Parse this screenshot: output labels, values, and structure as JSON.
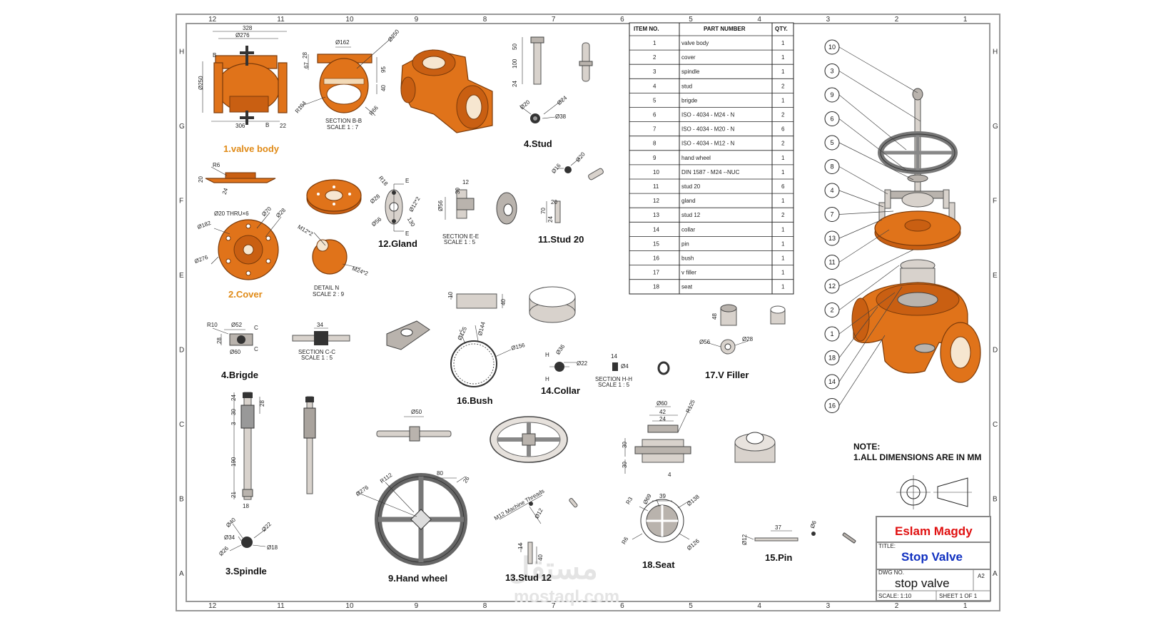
{
  "sheet": {
    "zones_top": [
      "12",
      "11",
      "10",
      "9",
      "8",
      "7",
      "6",
      "5",
      "4",
      "3",
      "2",
      "1"
    ],
    "zones_side": [
      "H",
      "G",
      "F",
      "E",
      "D",
      "C",
      "B",
      "A"
    ]
  },
  "views": {
    "valve_body": {
      "caption": "1.valve body",
      "dims": [
        "328",
        "Ø276",
        "Ø250",
        "306",
        "22",
        "Ø162",
        "Ø250",
        "R104",
        "R66",
        "95",
        "40",
        "67",
        "28"
      ],
      "section": "SECTION B-B",
      "scale": "SCALE 1 : 7"
    },
    "stud": {
      "caption": "4.Stud",
      "dims": [
        "50",
        "100",
        "24",
        "Ø20",
        "Ø24",
        "Ø38"
      ]
    },
    "cover": {
      "caption": "2.Cover",
      "dims": [
        "R6",
        "20",
        "24",
        "Ø20 THRU×6",
        "Ø70",
        "Ø28",
        "Ø182",
        "Ø276",
        "M12*2",
        "M24*2"
      ],
      "detail": "DETAIL N",
      "scale": "SCALE 2 : 9"
    },
    "gland": {
      "caption": "12.Gland",
      "dims": [
        "R18",
        "Ø28",
        "Ø56",
        "Ø12*2",
        "130",
        "E",
        "12",
        "30",
        "Ø56"
      ],
      "section": "SECTION E-E",
      "scale": "SCALE 1 : 5"
    },
    "stud20": {
      "caption": "11.Stud 20",
      "dims": [
        "Ø16",
        "Ø20",
        "20",
        "70",
        "24"
      ]
    },
    "brigde": {
      "caption": "4.Brigde",
      "dims": [
        "R10",
        "Ø52",
        "C",
        "28",
        "Ø60",
        "34"
      ],
      "section": "SECTION C-C",
      "scale": "SCALE 1 : 5"
    },
    "bush": {
      "caption": "16.Bush",
      "dims": [
        "10",
        "40",
        "Ø125",
        "Ø144",
        "Ø156"
      ]
    },
    "collar": {
      "caption": "14.Collar",
      "dims": [
        "H",
        "Ø36",
        "Ø22",
        "14",
        "Ø4"
      ],
      "section": "SECTION H-H",
      "scale": "SCALE 1 : 5"
    },
    "vfiller": {
      "caption": "17.V Filler",
      "dims": [
        "48",
        "Ø56",
        "Ø28"
      ]
    },
    "spindle": {
      "caption": "3.Spindle",
      "dims": [
        "24",
        "30",
        "28",
        "3",
        "190",
        "21",
        "18",
        "Ø40",
        "Ø22",
        "Ø34",
        "Ø18",
        "Ø26"
      ]
    },
    "handwheel": {
      "caption": "9.Hand wheel",
      "dims": [
        "Ø50",
        "80",
        "R112",
        "Ø276",
        "26"
      ]
    },
    "stud12": {
      "caption": "13.Stud 12",
      "dims": [
        "M12 Machine Threads",
        "Ø12",
        "14",
        "40"
      ]
    },
    "seat": {
      "caption": "18.Seat",
      "dims": [
        "Ø60",
        "42",
        "24",
        "R125",
        "30",
        "30",
        "4",
        "39",
        "R3",
        "Ø69",
        "Ø138",
        "R6",
        "Ø126"
      ]
    },
    "pin": {
      "caption": "15.Pin",
      "dims": [
        "37",
        "Ø12",
        "Ø6"
      ]
    }
  },
  "bom": {
    "headers": [
      "ITEM NO.",
      "PART NUMBER",
      "QTY."
    ],
    "rows": [
      [
        "1",
        "valve body",
        "1"
      ],
      [
        "2",
        "cover",
        "1"
      ],
      [
        "3",
        "spindle",
        "1"
      ],
      [
        "4",
        "stud",
        "2"
      ],
      [
        "5",
        "brigde",
        "1"
      ],
      [
        "6",
        "ISO - 4034 - M24 - N",
        "2"
      ],
      [
        "7",
        "ISO - 4034 - M20 - N",
        "6"
      ],
      [
        "8",
        "ISO - 4034 - M12 - N",
        "2"
      ],
      [
        "9",
        "hand wheel",
        "1"
      ],
      [
        "10",
        "DIN 1587 - M24 --NUC",
        "1"
      ],
      [
        "11",
        "stud 20",
        "6"
      ],
      [
        "12",
        "gland",
        "1"
      ],
      [
        "13",
        "stud 12",
        "2"
      ],
      [
        "14",
        "collar",
        "1"
      ],
      [
        "15",
        "pin",
        "1"
      ],
      [
        "16",
        "bush",
        "1"
      ],
      [
        "17",
        "v filler",
        "1"
      ],
      [
        "18",
        "seat",
        "1"
      ]
    ]
  },
  "balloons": [
    "10",
    "3",
    "9",
    "6",
    "5",
    "8",
    "4",
    "7",
    "13",
    "11",
    "12",
    "2",
    "1",
    "18",
    "14",
    "16"
  ],
  "notes": {
    "title": "NOTE:",
    "line1": "1.ALL DIMENSIONS ARE IN MM"
  },
  "title_block": {
    "author": "Eslam Magdy",
    "title": "Stop Valve",
    "dwg_name": "stop valve",
    "size": "A2",
    "small_title": "TITLE:",
    "small_dwg": "DWG NO.",
    "small_scale": "SCALE: 1:10",
    "small_sheet": "SHEET 1 OF 1"
  },
  "watermark": {
    "arabic": "مستقل",
    "latin": "mostaql.com"
  },
  "colors": {
    "part_orange": "#e0731a",
    "part_grey": "#d8d2cc",
    "author_red": "#e01010",
    "title_blue": "#1030c0",
    "caption_orange": "#e08a16"
  }
}
